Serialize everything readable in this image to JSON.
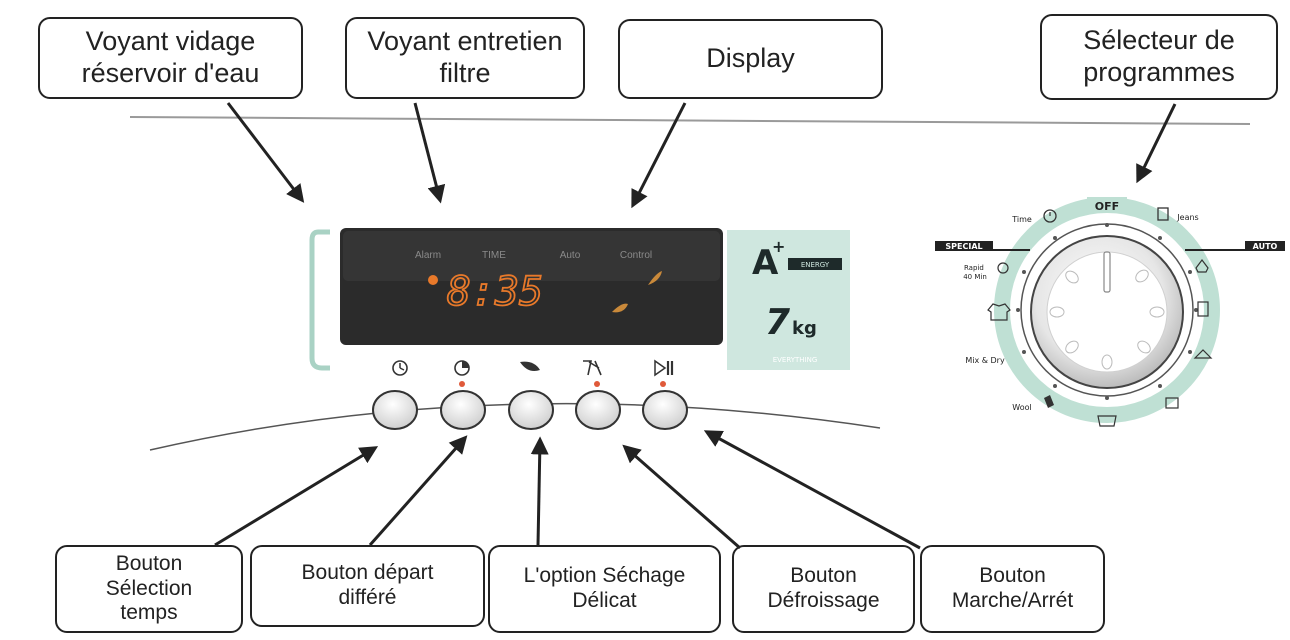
{
  "callouts_top": [
    {
      "id": "voyant-vidage",
      "text": "Voyant vidage\nréservoir d'eau"
    },
    {
      "id": "voyant-filtre",
      "text": "Voyant entretien\nfiltre"
    },
    {
      "id": "display",
      "text": "Display"
    },
    {
      "id": "selecteur",
      "text": "Sélecteur de\nprogrammes"
    }
  ],
  "callouts_bottom": [
    {
      "id": "bouton-temps",
      "text": "Bouton\nSélection\ntemps"
    },
    {
      "id": "bouton-depart",
      "text": "Bouton départ\ndifféré"
    },
    {
      "id": "option-sechage",
      "text": "L'option  Séchage\nDélicat"
    },
    {
      "id": "bouton-defroissage",
      "text": "Bouton\nDéfroissage"
    },
    {
      "id": "bouton-marche",
      "text": "Bouton\nMarche/Arrét"
    }
  ],
  "panel": {
    "labels": [
      "Alarm",
      "TIME",
      "Auto",
      "Control"
    ],
    "time_display": "8:35",
    "energy_class": "A",
    "energy_plus": "+",
    "energy_word": "ENERGY",
    "capacity_number": "7",
    "capacity_unit": "kg",
    "brand_tagline": "EVERYTHING"
  },
  "dial": {
    "off": "OFF",
    "special": "SPECIAL",
    "auto": "AUTO",
    "time": "Time",
    "jeans": "Jeans",
    "rapid": "Rapid\n40 Min",
    "mix_dry": "Mix & Dry",
    "wool": "Wool"
  },
  "colors": {
    "panel_green": "#cfe7df",
    "panel_green_dark": "#a9d2c4",
    "display_bg": "#2b2b2b",
    "led_orange": "#e8792a"
  }
}
